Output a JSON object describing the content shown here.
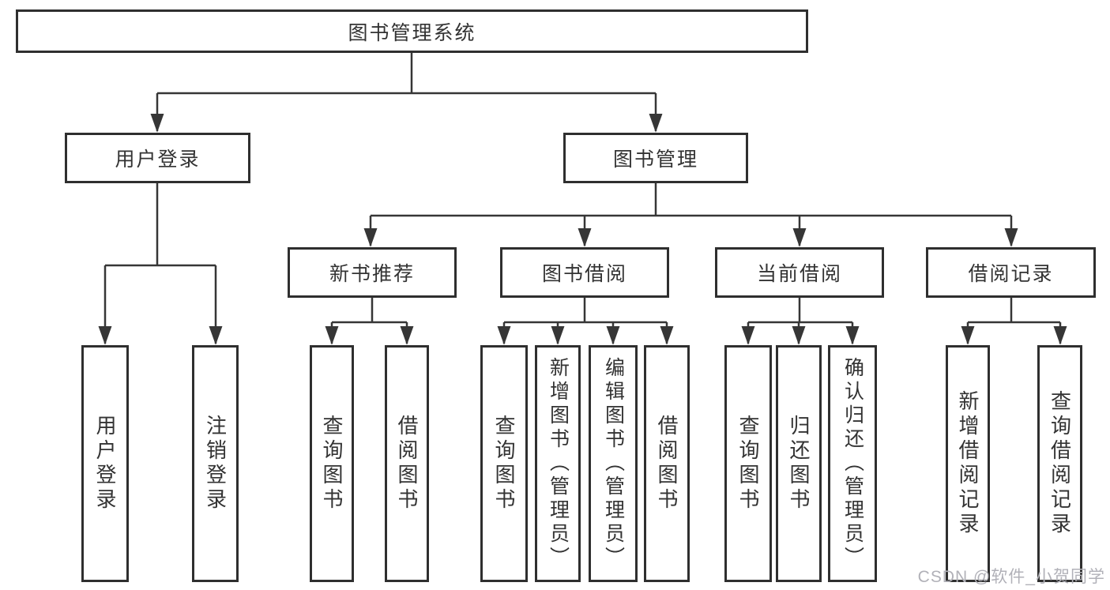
{
  "tree": {
    "root": {
      "label": "图书管理系统",
      "children": [
        {
          "label": "用户登录",
          "children": [
            {
              "label": "用户登录"
            },
            {
              "label": "注销登录"
            }
          ]
        },
        {
          "label": "图书管理",
          "children": [
            {
              "label": "新书推荐",
              "children": [
                {
                  "label": "查询图书"
                },
                {
                  "label": "借阅图书"
                }
              ]
            },
            {
              "label": "图书借阅",
              "children": [
                {
                  "label": "查询图书"
                },
                {
                  "label": "新增图书（管理员）"
                },
                {
                  "label": "编辑图书（管理员）"
                },
                {
                  "label": "借阅图书"
                }
              ]
            },
            {
              "label": "当前借阅",
              "children": [
                {
                  "label": "查询图书"
                },
                {
                  "label": "归还图书"
                },
                {
                  "label": "确认归还（管理员）"
                }
              ]
            },
            {
              "label": "借阅记录",
              "children": [
                {
                  "label": "新增借阅记录"
                },
                {
                  "label": "查询借阅记录"
                }
              ]
            }
          ]
        }
      ]
    }
  },
  "watermark": {
    "text": "CSDN @软件_小贺同学"
  },
  "colors": {
    "box_border": "#2f2f2f",
    "connector": "#363636",
    "text": "#333333",
    "watermark": "#b1b1b8",
    "background": "#ffffff"
  }
}
